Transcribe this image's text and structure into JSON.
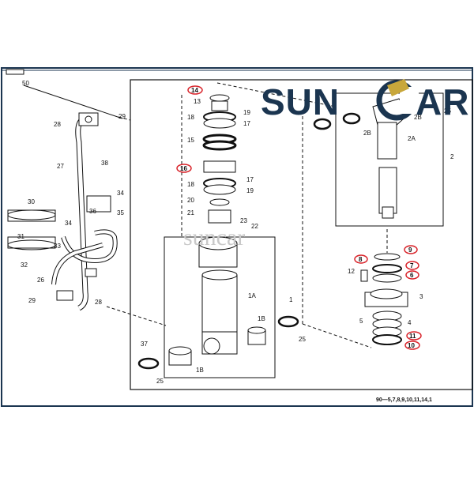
{
  "brand": {
    "name_left": "SUN",
    "name_right": "AR",
    "color": "#1b3550"
  },
  "watermark": "suncar",
  "frame_color": "#1b3550",
  "highlight_color": "#d9242b",
  "reference_text": "90—5,7,8,9,10,11,14,1",
  "left_group_labels": {
    "l50": "50",
    "l28a": "28",
    "l29a": "29",
    "l27": "27",
    "l38": "38",
    "l34a": "34",
    "l36": "36",
    "l35": "35",
    "l30": "30",
    "l34b": "34",
    "l31": "31",
    "l33": "33",
    "l32": "32",
    "l26": "26",
    "l29b": "29",
    "l28b": "28"
  },
  "center_labels": {
    "l14": "14",
    "l13": "13",
    "l19a": "19",
    "l18a": "18",
    "l17a": "17",
    "l15": "15",
    "l16": "16",
    "l17b": "17",
    "l18b": "18",
    "l19b": "19",
    "l20": "20",
    "l21": "21",
    "l23": "23",
    "l22": "22",
    "l1a": "1A",
    "l1": "1",
    "l1b1": "1B",
    "l37": "37",
    "l1b2": "1B",
    "l25a": "25",
    "l25b": "25"
  },
  "right_labels": {
    "l2b1": "2B",
    "l2b2": "2B",
    "l2a": "2A",
    "l2": "2",
    "l25": "25",
    "l9": "9",
    "l8": "8",
    "l7": "7",
    "l6": "6",
    "l12": "12",
    "l3": "3",
    "l5": "5",
    "l4": "4",
    "l11": "11",
    "l10": "10"
  },
  "highlighted_parts": [
    "14",
    "16",
    "9",
    "8",
    "7",
    "6",
    "11",
    "10"
  ]
}
